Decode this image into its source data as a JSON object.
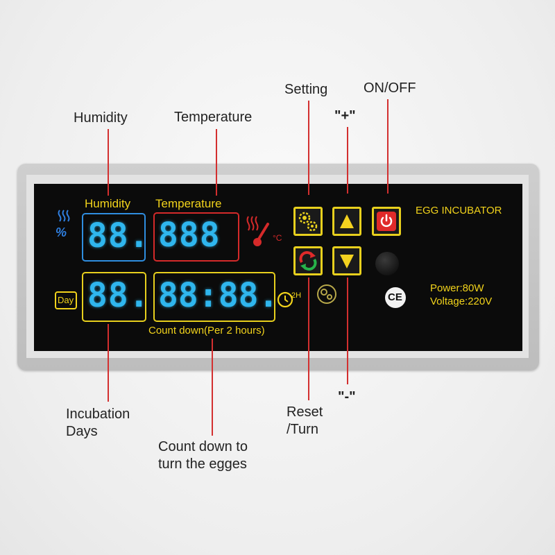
{
  "callouts": {
    "humidity": "Humidity",
    "temperature": "Temperature",
    "setting": "Setting",
    "plus": "\"+\"",
    "on_off": "ON/OFF",
    "incubation_days": "Incubation\nDays",
    "count_down": "Count down to\nturn the egges",
    "reset_turn": "Reset\n/Turn",
    "minus": "\"-\""
  },
  "panel": {
    "humidity_label": "Humidity",
    "temperature_label": "Temperature",
    "humidity_display": "88.",
    "temperature_display": "888",
    "days_display": "88.",
    "countdown_display": "88:88.",
    "countdown_label": "Count down(Per 2 hours)",
    "day_icon_text": "Day",
    "celsius_unit": "°C",
    "timer_icon_text": "2H",
    "brand": "EGG INCUBATOR",
    "power": "Power:80W",
    "voltage": "Voltage:220V",
    "ce_mark": "CE"
  },
  "colors": {
    "accent_yellow": "#f2d31b",
    "segment_blue": "#2fb6ee",
    "leader_red": "#d32f2f",
    "power_red": "#e02a2a",
    "screen_black": "#0b0b0b"
  },
  "icons": [
    "humidity-icon",
    "thermometer-icon",
    "heat-waves-icon",
    "day-calendar-icon",
    "timer-2h-icon",
    "settings-gears-icon",
    "reset-turn-icon",
    "arrow-up-icon",
    "arrow-down-icon",
    "power-icon",
    "gear-indicator-icon",
    "ce-mark-icon"
  ]
}
